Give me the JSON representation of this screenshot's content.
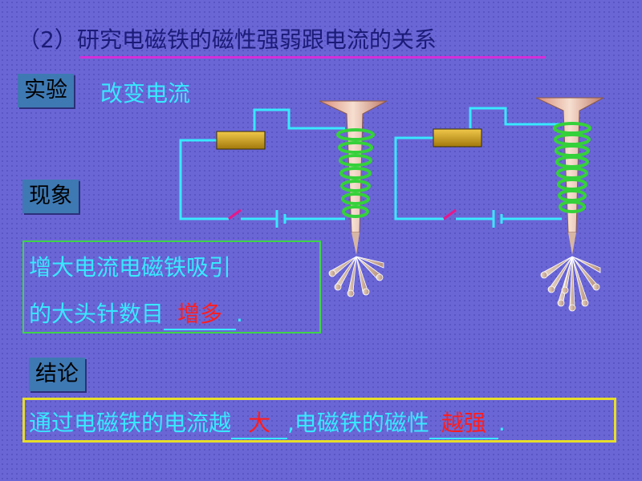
{
  "title": "（2）研究电磁铁的磁性强弱跟电流的关系",
  "experiment": {
    "tag": "实验",
    "text": "改变电流"
  },
  "phenomenon": {
    "tag": "现象",
    "line1": "增大电流电磁铁吸引",
    "line2_prefix": "的大头针数目",
    "line2_answer": "增多",
    "line2_suffix": "."
  },
  "conclusion": {
    "tag": "结论",
    "part1": "通过电磁铁的电流越",
    "answer1": "大",
    "part2": ",电磁铁的磁性",
    "answer2": "越强",
    "part3": "."
  },
  "colors": {
    "background": "#6b66d6",
    "wire": "#38e8ff",
    "coil": "#35d13a",
    "answer": "#ff1d1d",
    "tag_bg": "#3e79b3"
  }
}
